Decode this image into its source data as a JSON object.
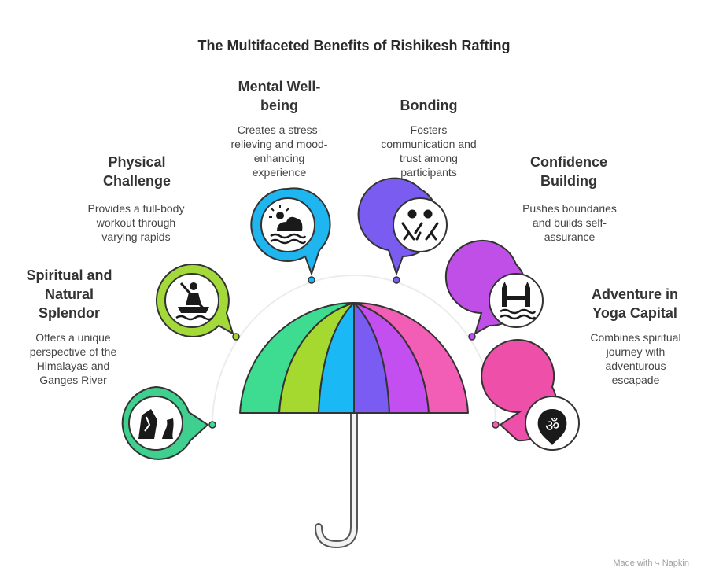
{
  "title": "The Multifaceted Benefits of Rishikesh Rafting",
  "benefits": [
    {
      "heading": "Spiritual and Natural Splendor",
      "description": "Offers a unique perspective of the Himalayas and Ganges River",
      "icon": "mountain-river-icon",
      "color": "#3fcf8e"
    },
    {
      "heading": "Physical Challenge",
      "description": "Provides a full-body workout through varying rapids",
      "icon": "rafting-paddler-icon",
      "color": "#a3d939"
    },
    {
      "heading": "Mental Well-being",
      "description": "Creates a stress-relieving and mood-enhancing experience",
      "icon": "sun-cloud-water-icon",
      "color": "#1fb6f0"
    },
    {
      "heading": "Bonding",
      "description": "Fosters communication and trust among participants",
      "icon": "people-holding-hands-icon",
      "color": "#7b5cf0"
    },
    {
      "heading": "Confidence Building",
      "description": "Pushes boundaries and builds self-assurance",
      "icon": "bridge-over-water-icon",
      "color": "#c04fe8"
    },
    {
      "heading": "Adventure in Yoga Capital",
      "description": "Combines spiritual journey with adventurous escapade",
      "icon": "om-symbol-icon",
      "color": "#ee4fa8"
    }
  ],
  "umbrella_colors": [
    "#3ddc91",
    "#a6d92f",
    "#1ab8f5",
    "#7a5cf2",
    "#c34ff0",
    "#f25db6"
  ],
  "footer": {
    "made_with": "Made with",
    "brand": "Napkin"
  }
}
